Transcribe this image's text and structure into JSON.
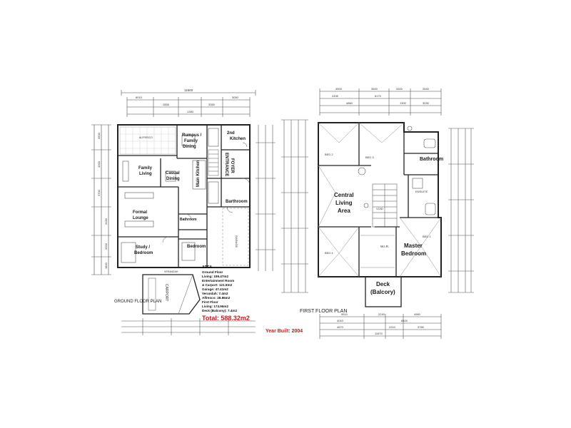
{
  "ground_floor": {
    "plan_label": "GROUND FLOOR PLAN",
    "rooms": {
      "rumpus": "Rumpus /",
      "rumpus2": "Family",
      "rumpus3": "Dining",
      "second_kitchen": "2nd",
      "second_kitchen2": "Kitchen",
      "family_living": "Family",
      "family_living2": "Living",
      "casual_dining": "Casual",
      "casual_dining2": "Dining",
      "main_kitchen": "Main Kitchen",
      "entrance": "ENTRANCE",
      "entrance2": "FOYER",
      "formal_lounge": "Formal",
      "formal_lounge2": "Lounge",
      "bathroom_upper": "Barthroom",
      "bathroom_lower": "Bathroom",
      "study": "Study /",
      "study2": "Bedroom",
      "bedroom": "Bedroom",
      "garage": "GARAGE",
      "carport": "CARPORT",
      "alfresco": "ALFRESCO",
      "verandah": "VERANDAH"
    },
    "top_dims": [
      "11600",
      "6010",
      "2855",
      "1380",
      "3350",
      "3050"
    ],
    "side_dims": [
      "3500",
      "4200",
      "3700",
      "2030",
      "3300",
      "1800"
    ]
  },
  "area_block": {
    "heading": "AREA",
    "lines": [
      "Ground Floor",
      "Living: 199.47m2",
      "Entertainment Room",
      "& Carport: 121.9m2",
      "Garage: 47.41m2",
      "Verandah: 7.4m2",
      "Alfresco: 28.86m2",
      "First Floor",
      "Living: 174.96m2",
      "Deck (Balcony): 7.4m2"
    ],
    "total": "Total: 588.32m2"
  },
  "first_floor": {
    "plan_label": "FIRST FLOOR PLAN",
    "rooms": {
      "central_living": "Central",
      "central_living2": "Living",
      "central_living3": "Area",
      "bathroom": "Bathroom",
      "ensuite": "ENSUITE",
      "master": "Master",
      "master2": "Bedroom",
      "deck": "Deck",
      "deck2": "(Balcory)",
      "wir": "W.I.R.",
      "void": "VOID",
      "bed2": "BED 2",
      "bed3": "BED 3",
      "bed4": "BED 4",
      "bed1": "BED 1"
    },
    "top_dims": [
      "3500",
      "3500",
      "3300",
      "2840",
      "2435",
      "6170",
      "3030",
      "4860",
      "1300"
    ],
    "bottom_dims": [
      "5510",
      "2240",
      "4960",
      "4010",
      "8400",
      "4670",
      "2210",
      "3780",
      "11670"
    ]
  },
  "year_built": "Year Built: 2004"
}
